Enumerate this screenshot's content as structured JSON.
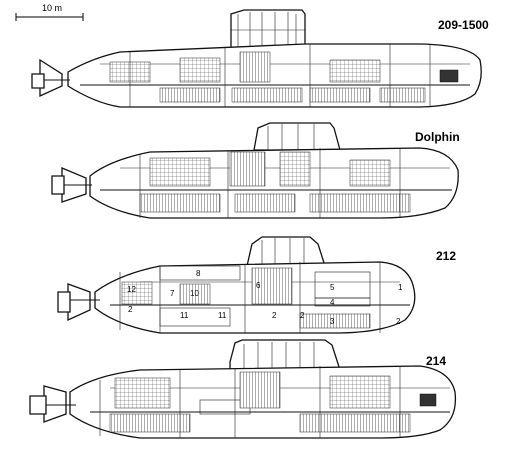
{
  "scale_bar": {
    "label": "10 m"
  },
  "submarines": [
    {
      "name": "209-1500",
      "numbers": []
    },
    {
      "name": "Dolphin",
      "numbers": []
    },
    {
      "name": "212",
      "numbers": [
        "8",
        "12",
        "2",
        "7",
        "10",
        "6",
        "5",
        "4",
        "11",
        "11",
        "2",
        "3",
        "2",
        "1",
        "2"
      ]
    },
    {
      "name": "214",
      "numbers": []
    }
  ]
}
